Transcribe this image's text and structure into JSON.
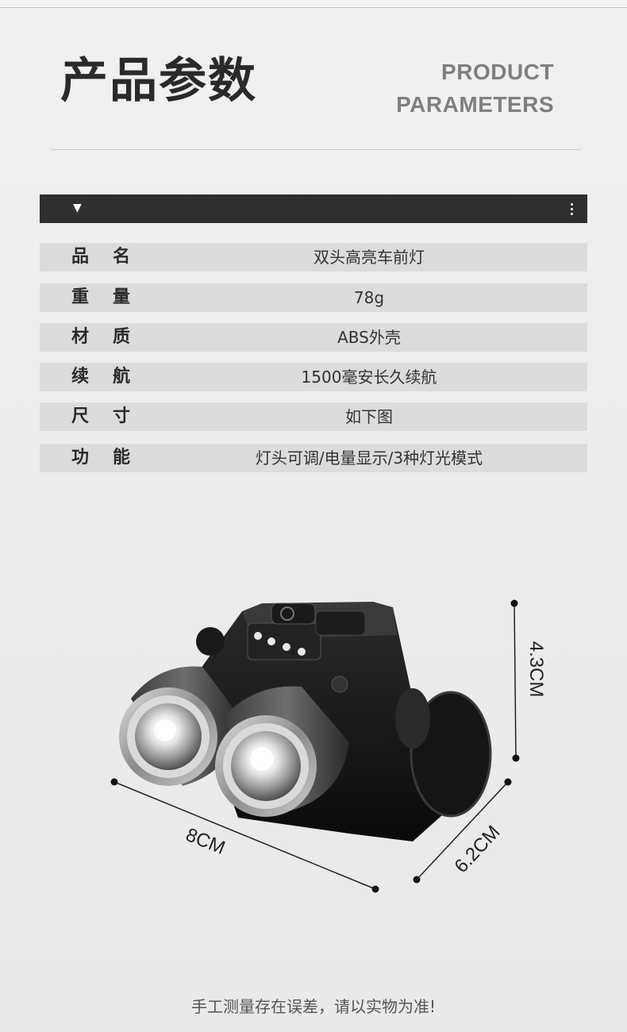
{
  "header": {
    "title_cn": "产品参数",
    "title_en_line1": "PRODUCT",
    "title_en_line2": "PARAMETERS"
  },
  "specs": [
    {
      "label": "品名",
      "value": "双头高亮车前灯"
    },
    {
      "label": "重量",
      "value": "78g"
    },
    {
      "label": "材质",
      "value": "ABS外壳"
    },
    {
      "label": "续航",
      "value": "1500毫安长久续航"
    },
    {
      "label": "尺寸",
      "value": "如下图"
    },
    {
      "label": "功能",
      "value": "灯头可调/电量显示/3种灯光模式"
    }
  ],
  "dimensions": {
    "height": "4.3CM",
    "width": "8CM",
    "depth": "6.2CM"
  },
  "footer": {
    "note": "手工测量存在误差，请以实物为准!"
  },
  "icons": [
    "caret-down-icon",
    "more-vertical-icon"
  ]
}
